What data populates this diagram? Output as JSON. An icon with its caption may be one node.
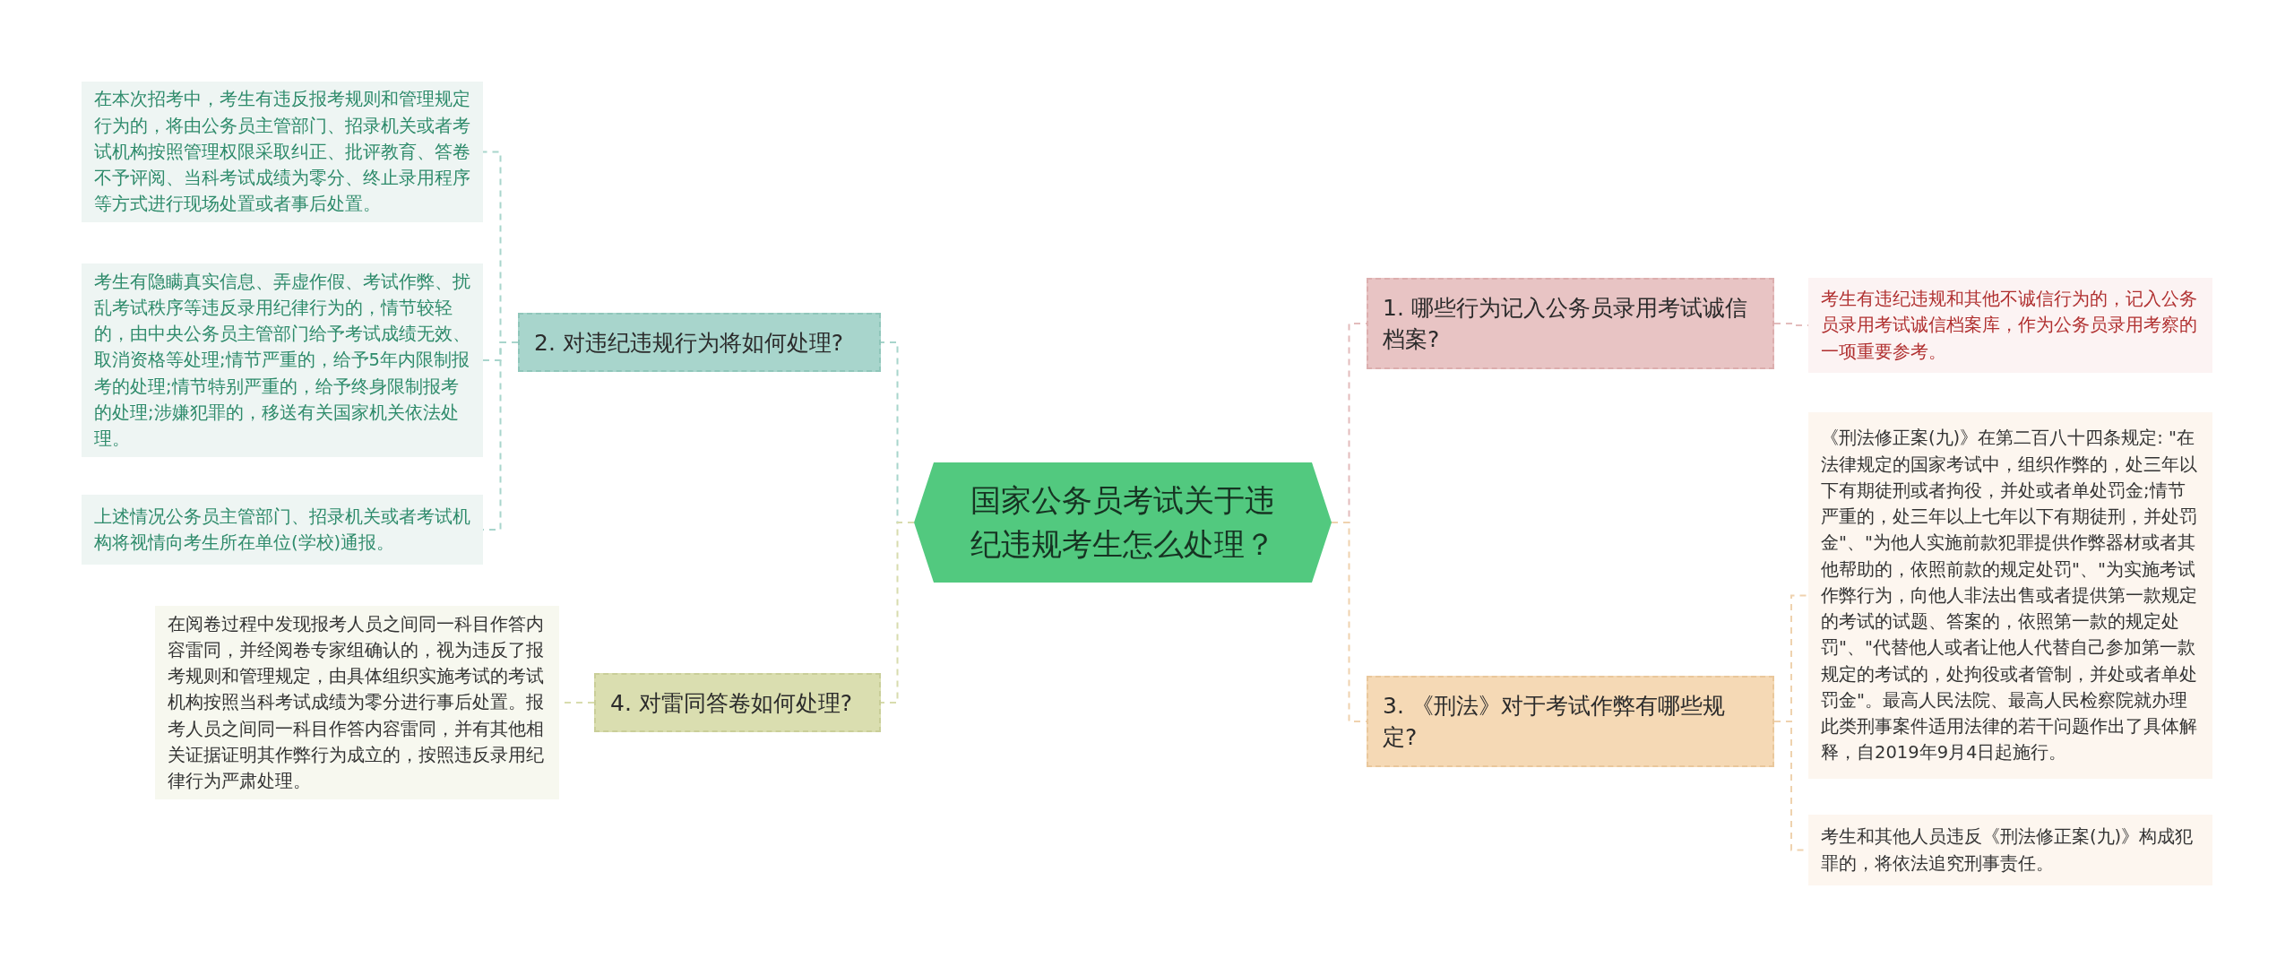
{
  "diagram": {
    "nodes": [
      {
        "text": [
          "国家公务员考试关于违纪违规考生怎么处理？"
        ]
      },
      {
        "text": [
          "2. 对违纪违规行为将如何处理?"
        ]
      },
      {
        "text": [
          "在本次招考中，考生有违反报考规则和管理规定行为的，将由公务员主管部门、招录机关或者考试机构按照管理权限采取纠正、批评教育、答卷不予评阅、当科考试成绩为零分、终止录用程序等方式进行现场处置或者事后处置。"
        ]
      },
      {
        "text": [
          "考生有隐瞒真实信息、弄虚作假、考试作弊、扰乱考试秩序等违反录用纪律行为的，情节较轻的，由中央公务员主管部门给予考试成绩无效、取消资格等处理;情节严重的，给予5年内限制报考的处理;情节特别严重的，给予终身限制报考的处理;涉嫌犯罪的，移送有关国家机关依法处理。"
        ]
      },
      {
        "text": [
          "上述情况公务员主管部门、招录机关或者考试机构将视情向考生所在单位(学校)通报。"
        ]
      },
      {
        "text": [
          "4. 对雷同答卷如何处理?"
        ]
      },
      {
        "text": [
          "在阅卷过程中发现报考人员之间同一科目作答内容雷同，并经阅卷专家组确认的，视为违反了报考规则和管理规定，由具体组织实施考试的考试机构按照当科考试成绩为零分进行事后处置。报考人员之间同一科目作答内容雷同，并有其他相关证据证明其作弊行为成立的，按照违反录用纪律行为严肃处理。"
        ]
      },
      {
        "text": [
          "1. 哪些行为记入公务员录用考试诚信档案?"
        ]
      },
      {
        "text": [
          "考生有违纪违规和其他不诚信行为的，记入公务员录用考试诚信档案库，作为公务员录用考察的一项重要参考。"
        ]
      },
      {
        "text": [
          "3. 《刑法》对于考试作弊有哪些规定?"
        ]
      },
      {
        "text": [
          "《刑法修正案(九)》在第二百八十四条规定: \"在法律规定的国家考试中，组织作弊的，处三年以下有期徒刑或者拘役，并处或者单处罚金;情节严重的，处三年以上七年以下有期徒刑，并处罚金\"、\"为他人实施前款犯罪提供作弊器材或者其他帮助的，依照前款的规定处罚\"、\"为实施考试作弊行为，向他人非法出售或者提供第一款规定的考试的试题、答案的，依照第一款的规定处罚\"、\"代替他人或者让他人代替自己参加第一款规定的考试的，处拘役或者管制，并处或者单处罚金\"。最高人民法院、最高人民检察院就办理此类刑事案件适用法律的若干问题作出了具体解释，自2019年9月4日起施行。"
        ]
      },
      {
        "text": [
          "考生和其他人员违反《刑法修正案(九)》构成犯罪的，将依法追究刑事责任。"
        ]
      }
    ],
    "edges": [
      {
        "from": 0,
        "to": 1,
        "arrow": "none",
        "color": "#a8d5cc"
      },
      {
        "from": 1,
        "to": 2,
        "arrow": "none",
        "color": "#a8d5cc"
      },
      {
        "from": 1,
        "to": 3,
        "arrow": "none",
        "color": "#a8d5cc"
      },
      {
        "from": 1,
        "to": 4,
        "arrow": "none",
        "color": "#a8d5cc"
      },
      {
        "from": 0,
        "to": 5,
        "arrow": "none",
        "color": "#d8dcae"
      },
      {
        "from": 5,
        "to": 6,
        "arrow": "none",
        "color": "#d8dcae"
      },
      {
        "from": 0,
        "to": 7,
        "arrow": "none",
        "color": "#e3bcbc"
      },
      {
        "from": 7,
        "to": 8,
        "arrow": "none",
        "color": "#e3bcbc"
      },
      {
        "from": 0,
        "to": 9,
        "arrow": "none",
        "color": "#efd2ae"
      },
      {
        "from": 9,
        "to": 10,
        "arrow": "none",
        "color": "#efd2ae"
      },
      {
        "from": 9,
        "to": 11,
        "arrow": "none",
        "color": "#efd2ae"
      }
    ]
  }
}
